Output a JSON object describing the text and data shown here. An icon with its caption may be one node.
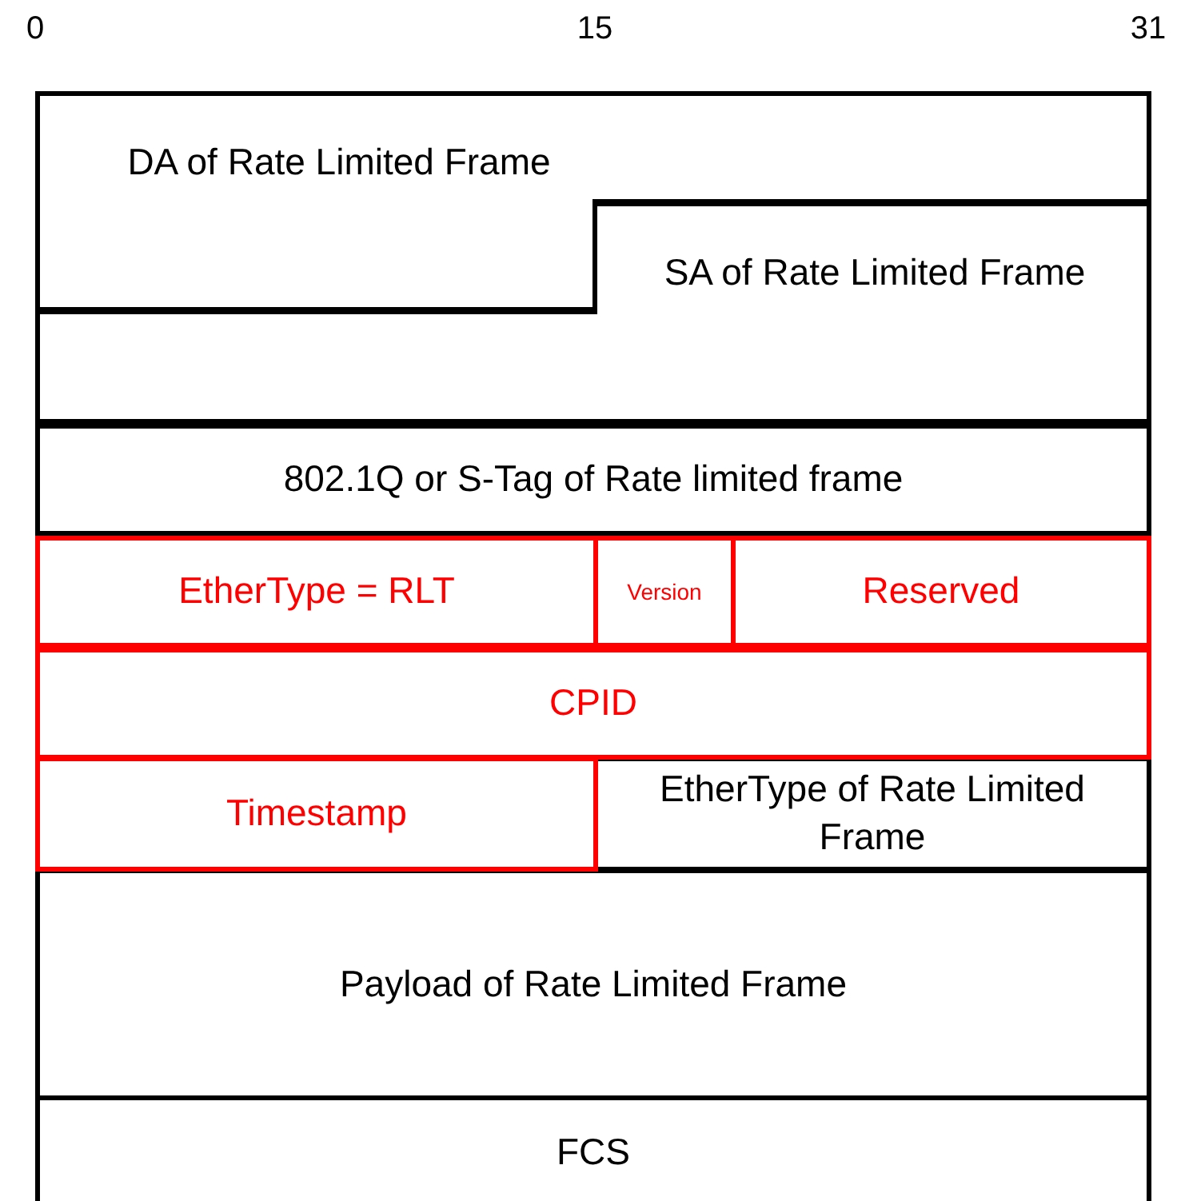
{
  "diagram": {
    "nodes": [
      {
        "text": [
          "DA of Rate Limited Frame"
        ]
      },
      {
        "text": [
          "SA of Rate Limited Frame"
        ]
      },
      {
        "text": [
          "802.1Q or S-Tag of Rate limited frame"
        ]
      },
      {
        "text": [
          "EtherType = RLT"
        ]
      },
      {
        "text": [
          "Version"
        ]
      },
      {
        "text": [
          "Reserved"
        ]
      },
      {
        "text": [
          "CPID"
        ]
      },
      {
        "text": [
          "Timestamp"
        ]
      },
      {
        "text": [
          "EtherType of Rate Limited Frame"
        ]
      },
      {
        "text": [
          "Payload of Rate Limited Frame"
        ]
      },
      {
        "text": [
          "FCS"
        ]
      }
    ],
    "labels": [
      "0",
      "15",
      "31"
    ]
  }
}
